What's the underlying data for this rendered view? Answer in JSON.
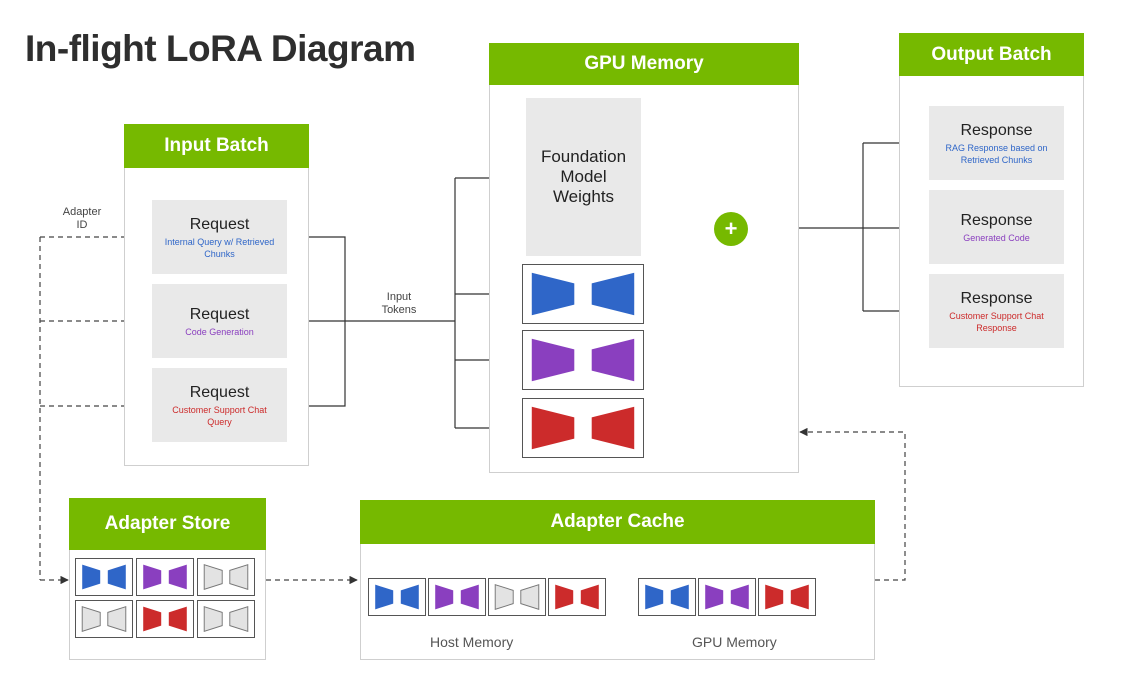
{
  "title": "In-flight LoRA Diagram",
  "input_batch": {
    "header": "Input Batch",
    "requests": [
      {
        "title": "Request",
        "detail": "Internal Query w/ Retrieved Chunks"
      },
      {
        "title": "Request",
        "detail": "Code Generation"
      },
      {
        "title": "Request",
        "detail": "Customer Support Chat Query"
      }
    ]
  },
  "gpu_memory": {
    "header": "GPU Memory",
    "foundation": "Foundation Model Weights",
    "plus": "+"
  },
  "output_batch": {
    "header": "Output Batch",
    "responses": [
      {
        "title": "Response",
        "detail": "RAG Response based on Retrieved Chunks"
      },
      {
        "title": "Response",
        "detail": "Generated Code"
      },
      {
        "title": "Response",
        "detail": "Customer Support Chat Response"
      }
    ]
  },
  "labels": {
    "adapter_id": "Adapter ID",
    "input_tokens": "Input Tokens"
  },
  "adapter_store": {
    "header": "Adapter Store"
  },
  "adapter_cache": {
    "header": "Adapter Cache",
    "host_memory": "Host Memory",
    "gpu_memory": "GPU Memory"
  },
  "colors": {
    "green": "#76b900",
    "blue": "#2f66c8",
    "purple": "#8a3fbf",
    "red": "#cc2b2b",
    "grey": "#e3e3e3"
  }
}
